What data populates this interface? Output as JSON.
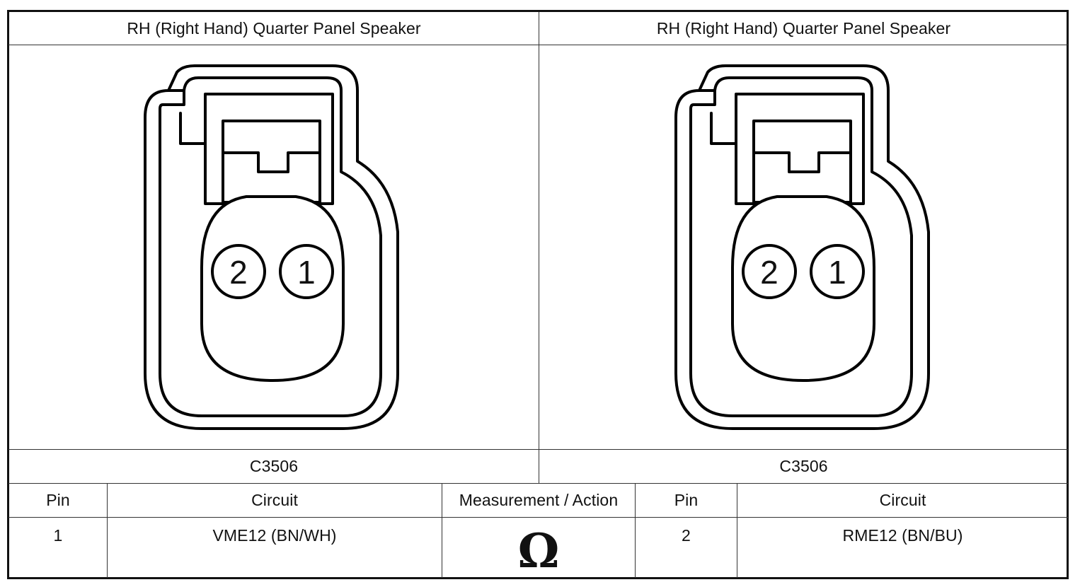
{
  "panels": [
    {
      "title": "RH (Right Hand) Quarter Panel Speaker",
      "connector_id": "C3506",
      "pins": [
        "2",
        "1"
      ]
    },
    {
      "title": "RH (Right Hand) Quarter Panel Speaker",
      "connector_id": "C3506",
      "pins": [
        "2",
        "1"
      ]
    }
  ],
  "table": {
    "headers": [
      "Pin",
      "Circuit",
      "Measurement / Action",
      "Pin",
      "Circuit"
    ],
    "row": {
      "pin_a": "1",
      "circuit_a": "VME12 (BN/WH)",
      "measurement_symbol": "Ω",
      "pin_b": "2",
      "circuit_b": "RME12 (BN/BU)"
    }
  }
}
